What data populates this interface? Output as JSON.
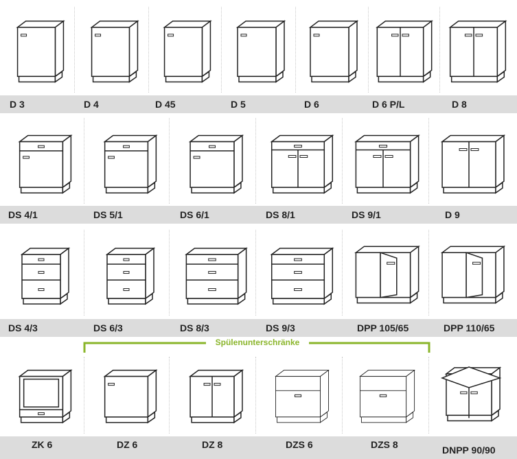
{
  "bracket": {
    "label": "Spülenunterschränke",
    "color": "#8ab52a"
  },
  "rows": [
    {
      "items": [
        {
          "code": "D 3",
          "kind": "door1"
        },
        {
          "code": "D 4",
          "kind": "door1"
        },
        {
          "code": "D 45",
          "kind": "door1"
        },
        {
          "code": "D 5",
          "kind": "door1"
        },
        {
          "code": "D 6",
          "kind": "door1"
        },
        {
          "code": "D 6 P/L",
          "kind": "door2"
        },
        {
          "code": "D 8",
          "kind": "door2"
        }
      ]
    },
    {
      "items": [
        {
          "code": "DS 4/1",
          "kind": "drawer-door"
        },
        {
          "code": "DS 5/1",
          "kind": "drawer-door"
        },
        {
          "code": "DS 6/1",
          "kind": "drawer-door"
        },
        {
          "code": "DS 8/1",
          "kind": "drawer-door2"
        },
        {
          "code": "DS 9/1",
          "kind": "drawer-door2"
        },
        {
          "code": "D 9",
          "kind": "door2"
        }
      ]
    },
    {
      "items": [
        {
          "code": "DS 4/3",
          "kind": "drawers3"
        },
        {
          "code": "DS 6/3",
          "kind": "drawers3"
        },
        {
          "code": "DS 8/3",
          "kind": "drawers3"
        },
        {
          "code": "DS 9/3",
          "kind": "drawers3"
        },
        {
          "code": "DPP 105/65",
          "kind": "corner-open"
        },
        {
          "code": "DPP 110/65",
          "kind": "corner-open"
        }
      ]
    },
    {
      "items": [
        {
          "code": "ZK 6",
          "kind": "oven"
        },
        {
          "code": "DZ 6",
          "kind": "sink1"
        },
        {
          "code": "DZ 8",
          "kind": "sink2"
        },
        {
          "code": "DZS 6",
          "kind": "sink-drawer"
        },
        {
          "code": "DZS 8",
          "kind": "sink-drawer"
        },
        {
          "code": "DNPP 90/90",
          "kind": "corner-l"
        }
      ]
    }
  ]
}
